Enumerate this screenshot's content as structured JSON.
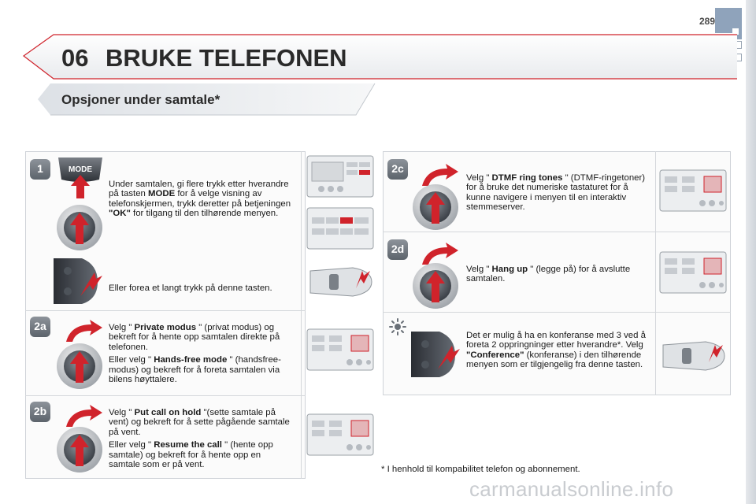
{
  "page": {
    "number": "289"
  },
  "header": {
    "chapter_number": "06",
    "chapter_title": "BRUKE TELEFONEN"
  },
  "section": {
    "title": "Opsjoner under samtale*"
  },
  "steps": {
    "s1": {
      "badge": "1",
      "a": "Under samtalen, gi flere trykk etter hverandre på tasten ",
      "b": "MODE",
      "c": " for å velge visning av telefonskjermen, trykk deretter på betjeningen ",
      "d": "\"OK\"",
      "e": " for tilgang til den tilhørende menyen.",
      "alt": "Eller forea et langt trykk på denne tasten."
    },
    "s2a": {
      "badge": "2a",
      "a": "Velg \" ",
      "b": "Private modus",
      "c": " \" (privat modus) og bekreft for å hente opp samtalen direkte på telefonen.",
      "d": "Eller velg \" ",
      "e": "Hands-free mode",
      "f": " \" (handsfree-modus) og bekreft for å foreta samtalen via bilens høyttalere."
    },
    "s2b": {
      "badge": "2b",
      "a": "Velg \" ",
      "b": "Put call on hold",
      "c": " \"(sette samtale på vent) og bekreft for å sette pågående samtale på vent.",
      "d": "Eller velg \" ",
      "e": "Resume the call",
      "f": " \" (hente opp samtale) og bekreft for å hente opp en samtale som er på vent."
    },
    "s2c": {
      "badge": "2c",
      "a": "Velg \" ",
      "b": "DTMF ring tones",
      "c": " \" (DTMF-ringetoner) for å bruke det numeriske tastaturet for å kunne navigere i menyen til en interaktiv stemmeserver."
    },
    "s2d": {
      "badge": "2d",
      "a": "Velg \" ",
      "b": "Hang up",
      "c": " \" (legge på) for å avslutte samtalen."
    },
    "s3": {
      "a": "Det er mulig å ha en konferanse med 3 ved å foreta 2 oppringninger etter hverandre*. Velg ",
      "b": "\"Conference\"",
      "c": " (konferanse) i den tilhørende menyen som er tilgjengelig fra denne tasten."
    }
  },
  "mode_key_label": "MODE",
  "footnote": "* I henhold til kompabilitet telefon og abonnement.",
  "watermark": "carmanualsonline.info",
  "colors": {
    "accent_red": "#d0232b",
    "badge_grey": "#6a7078",
    "corner_blue": "#8fa3bb"
  }
}
